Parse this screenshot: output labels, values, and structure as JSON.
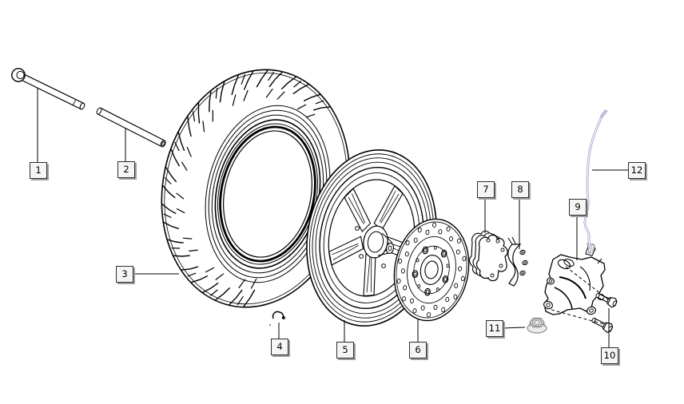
{
  "diagram_title": "front-wheel-exploded-parts-diagram",
  "colors": {
    "background": "#ffffff",
    "line": "#000000",
    "hose": "#9a9ecb",
    "soft_gray": "#8a8a8a",
    "callout_bg": "#f5f5f5",
    "callout_border": "#2e2e2e",
    "callout_shadow": "#9e9e9e",
    "callout_text": "#000000"
  },
  "callouts": [
    {
      "label": "1"
    },
    {
      "label": "2"
    },
    {
      "label": "3"
    },
    {
      "label": "4"
    },
    {
      "label": "5"
    },
    {
      "label": "6"
    },
    {
      "label": "7"
    },
    {
      "label": "8"
    },
    {
      "label": "9"
    },
    {
      "label": "10"
    },
    {
      "label": "11"
    },
    {
      "label": "12"
    }
  ]
}
